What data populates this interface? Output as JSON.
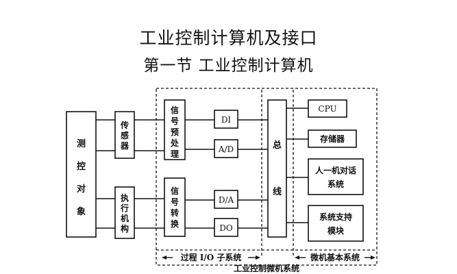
{
  "title": "工业控制计算机及接口",
  "subtitle": "第一节  工业控制计算机",
  "diagram": {
    "object": [
      "测",
      "控",
      "对",
      "象"
    ],
    "sensor": [
      "传",
      "感",
      "器"
    ],
    "actuator": [
      "执",
      "行",
      "机",
      "构"
    ],
    "preprocess": [
      "信",
      "号",
      "预",
      "处",
      "理"
    ],
    "convert": [
      "信",
      "号",
      "转",
      "换"
    ],
    "di": "DI",
    "ad": "A/D",
    "da": "D/A",
    "do": "DO",
    "bus": [
      "总",
      "线"
    ],
    "cpu": "CPU",
    "storage": "存储器",
    "hmi": [
      "人一机对话",
      "系统"
    ],
    "support": [
      "系统支持",
      "模块"
    ],
    "io_label": "过程 I/O 子系统",
    "basic_label": "微机基本系统",
    "system_label": "工业控制微机系统"
  }
}
